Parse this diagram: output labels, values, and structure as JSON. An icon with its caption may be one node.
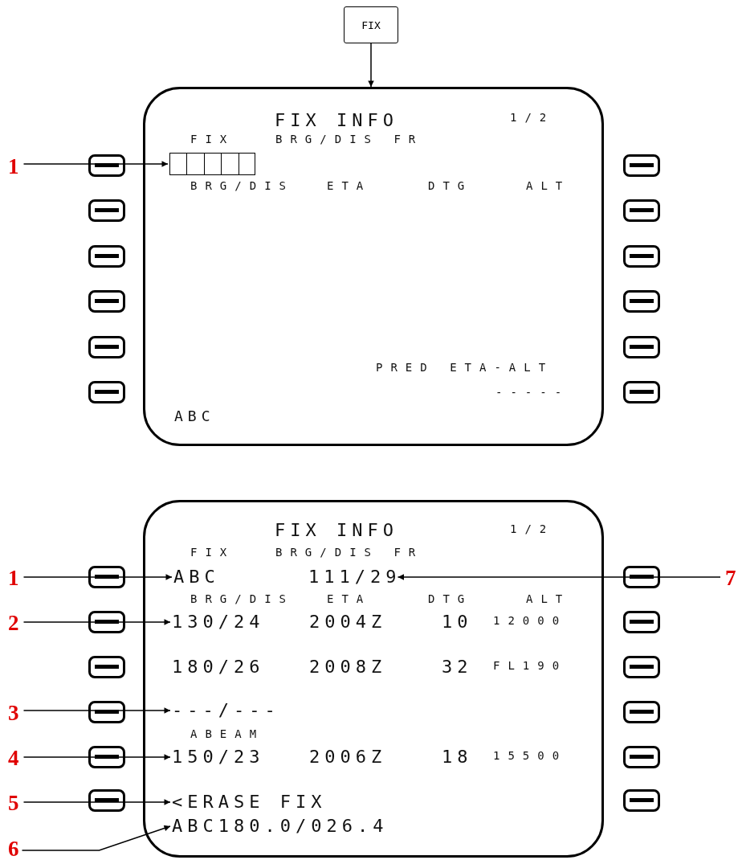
{
  "diagram": {
    "nodes": [
      {
        "text": [
          "FIX"
        ]
      },
      {
        "text": [],
        "shape": "box"
      },
      {
        "text": [
          "1"
        ]
      },
      {
        "text": [],
        "shape": "box",
        "in": 1
      },
      {
        "text": [],
        "shape": "box"
      },
      {
        "text": [
          "1"
        ]
      },
      {
        "text": [
          "ABC"
        ],
        "in": 4
      },
      {
        "text": [
          "2"
        ]
      },
      {
        "text": [
          "130/24"
        ],
        "in": 4
      },
      {
        "text": [
          "3"
        ]
      },
      {
        "text": [
          "---/---"
        ],
        "in": 4
      },
      {
        "text": [
          "4"
        ]
      },
      {
        "text": [
          "150/23"
        ],
        "in": 4
      },
      {
        "text": [
          "5"
        ]
      },
      {
        "text": [
          "<ERASE FIX"
        ],
        "in": 4
      },
      {
        "text": [
          "6"
        ]
      },
      {
        "text": [
          "ABC180.0/026.4"
        ],
        "in": 4
      },
      {
        "text": [
          "7"
        ]
      },
      {
        "text": [
          "111/29"
        ],
        "in": 4
      }
    ],
    "edges": [
      {
        "from": 0,
        "to": 1,
        "arrow": "to"
      },
      {
        "from": 2,
        "to": 3,
        "arrow": "to"
      },
      {
        "from": 5,
        "to": 6,
        "arrow": "to"
      },
      {
        "from": 7,
        "to": 8,
        "arrow": "to"
      },
      {
        "from": 9,
        "to": 10,
        "arrow": "to"
      },
      {
        "from": 11,
        "to": 12,
        "arrow": "to"
      },
      {
        "from": 13,
        "to": 14,
        "arrow": "to"
      },
      {
        "from": 15,
        "to": 16,
        "arrow": "to"
      },
      {
        "from": 17,
        "to": 18,
        "arrow": "to"
      }
    ],
    "labels": [
      "FIX INFO",
      "1/2",
      "FIX",
      "BRG/DIS FR",
      "BRG/DIS",
      "ETA",
      "DTG",
      "ALT",
      "PRED ETA-ALT",
      "-----",
      "ABC",
      "FIX INFO",
      "1/2",
      "FIX",
      "BRG/DIS FR",
      "BRG/DIS",
      "ETA",
      "DTG",
      "ALT",
      "2004Z",
      "10",
      "12000",
      "180/26",
      "2008Z",
      "32",
      "FL190",
      "ABEAM",
      "2006Z",
      "18",
      "15500"
    ]
  }
}
